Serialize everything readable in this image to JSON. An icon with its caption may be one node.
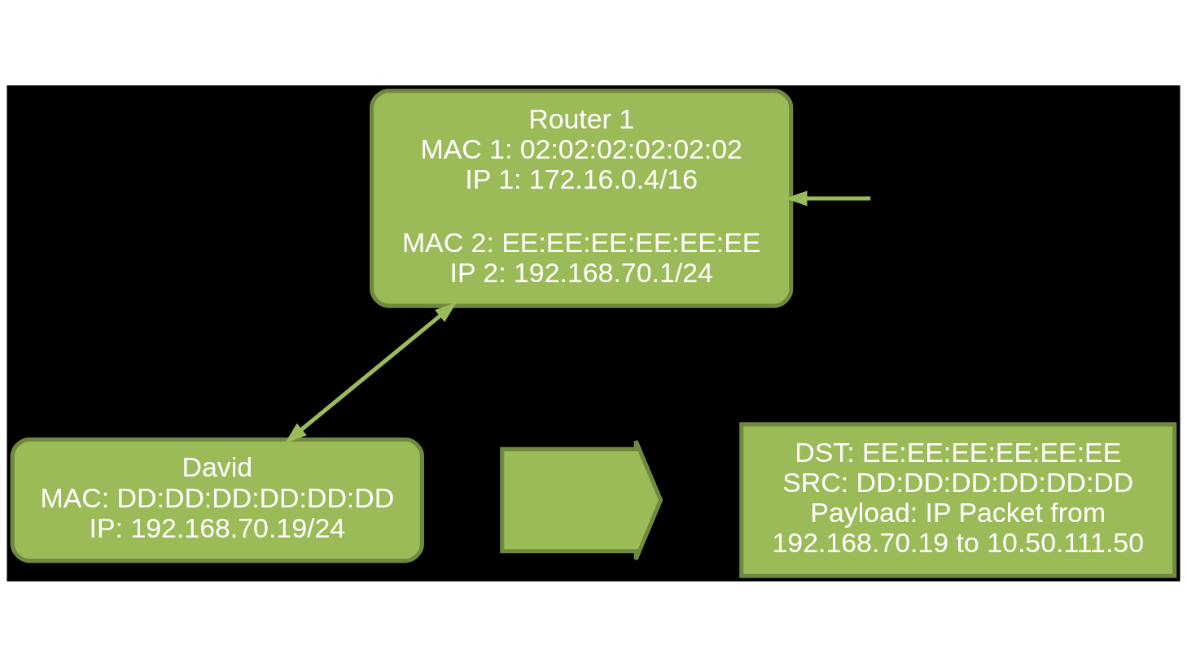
{
  "diagram": {
    "nodes": [
      {
        "text": [
          "Router 1",
          "MAC 1: 02:02:02:02:02:02",
          "IP 1: 172.16.0.4/16",
          "MAC 2: EE:EE:EE:EE:EE:EE",
          "IP 2: 192.168.70.1/24"
        ]
      },
      {
        "text": [
          "David",
          "MAC: DD:DD:DD:DD:DD:DD",
          "IP: 192.168.70.19/24"
        ]
      },
      {
        "text": [],
        "shape": "arrow"
      },
      {
        "text": [
          "DST: EE:EE:EE:EE:EE:EE",
          "SRC: DD:DD:DD:DD:DD:DD",
          "Payload: IP Packet from 192.168.70.19 to 10.50.111.50"
        ]
      }
    ],
    "edges": [
      {
        "from": null,
        "to": 0,
        "arrow": "to"
      },
      {
        "from": 0,
        "to": 1,
        "arrow": "both"
      }
    ]
  }
}
